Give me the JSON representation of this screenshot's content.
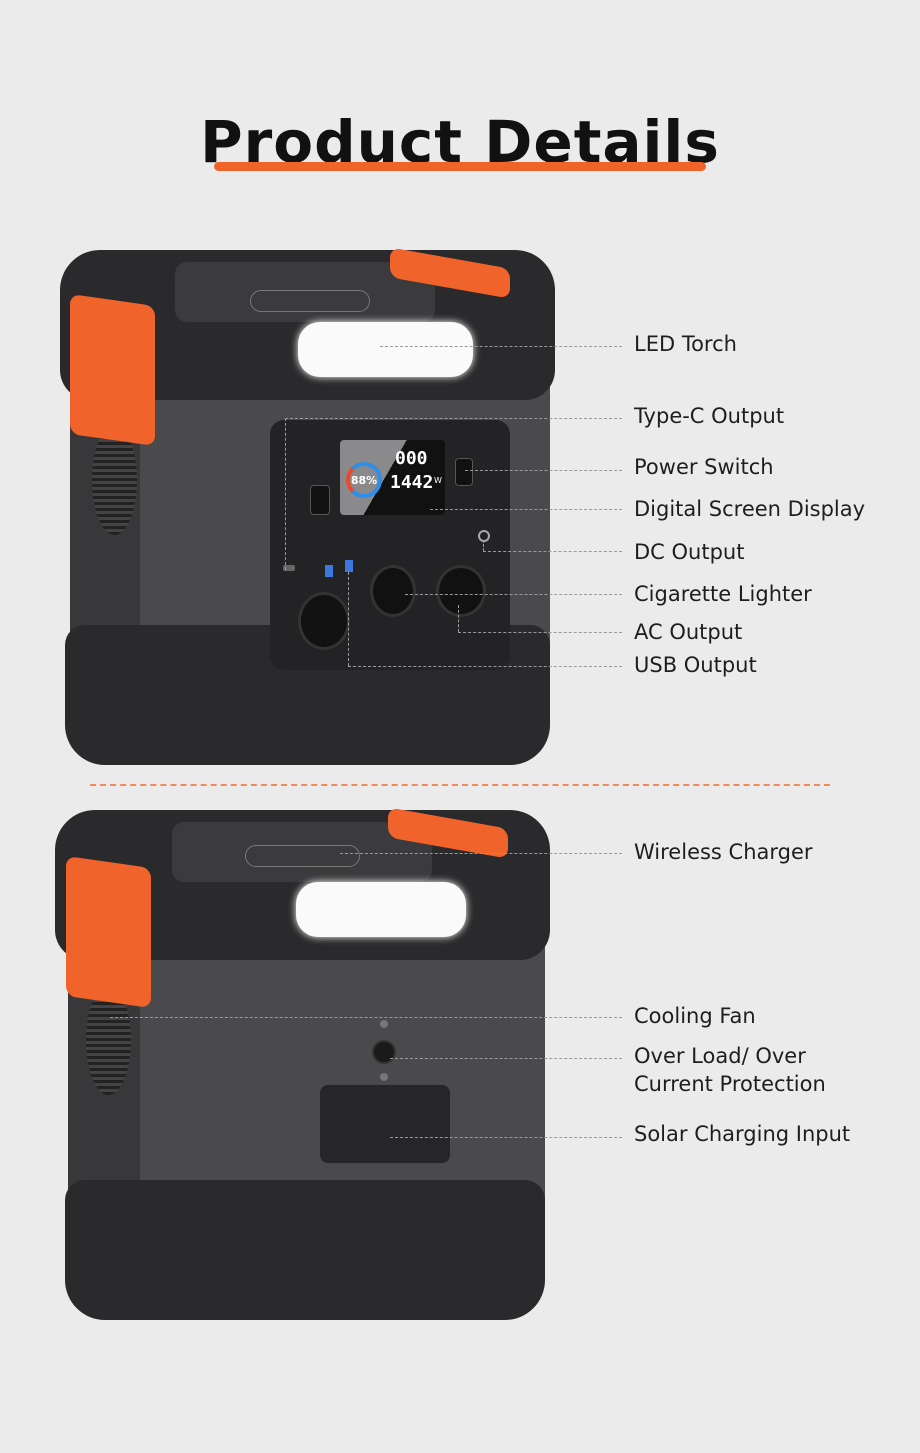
{
  "title": "Product Details",
  "colors": {
    "accent": "#f0642a",
    "background": "#ebebeb",
    "device_body": "#4a4a4c",
    "bumper": "#2a2a2c"
  },
  "front_view": {
    "screen": {
      "battery_percent": "88%",
      "input_watts": "000",
      "output_watts": "1442",
      "unit": "W"
    },
    "labels": [
      "LED Torch",
      "Type-C Output",
      "Power Switch",
      "Digital Screen Display",
      "DC Output",
      "Cigarette Lighter",
      "AC Output",
      "USB Output"
    ]
  },
  "back_view": {
    "labels": [
      "Wireless Charger",
      "Cooling Fan",
      "Over Load/ Over\nCurrent Protection",
      "Solar Charging Input"
    ]
  }
}
